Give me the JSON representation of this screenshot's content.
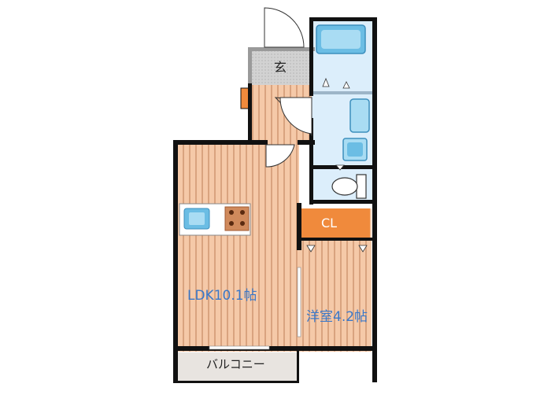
{
  "rooms": {
    "ldk": "LDK10.1帖",
    "western_room": "洋室4.2帖",
    "closet": "CL",
    "entrance": "玄",
    "balcony": "バルコニー"
  },
  "colors": {
    "floor_wood": "#f5c9a8",
    "floor_stripe": "#d9a37f",
    "wet_area": "#dceefb",
    "closet": "#f08a3c",
    "entrance_tile": "#d6d6d6",
    "balcony": "#e8e4e0",
    "wall": "#111111",
    "fixture_blue": "#6bbde4",
    "label_blue": "#3a78c9"
  }
}
